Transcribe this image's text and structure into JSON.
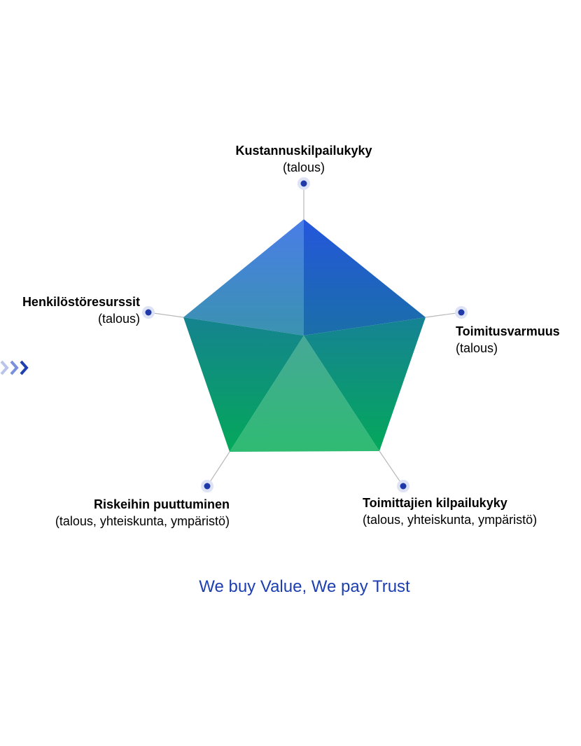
{
  "diagram": {
    "axes": [
      {
        "title": "Kustannuskilpailukyky",
        "subtitle": "(talous)"
      },
      {
        "title": "Toimitusvarmuus",
        "subtitle": "(talous)"
      },
      {
        "title": "Toimittajien kilpailukyky",
        "subtitle": "(talous, yhteiskunta, ympäristö)"
      },
      {
        "title": "Riskeihin puuttuminen",
        "subtitle": "(talous, yhteiskunta, ympäristö)"
      },
      {
        "title": "Henkilöstöresurssit",
        "subtitle": "(talous)"
      }
    ],
    "tagline": "We buy Value, We pay Trust",
    "colors": {
      "accent": "#1d3fb0",
      "dot": "#1f3aa8",
      "dot_ring": "#dde3f5",
      "blue": "#2a5ee0",
      "teal": "#138a8f",
      "green": "#05a65a",
      "light_green": "#2fb874"
    },
    "decor_icon": "triple-chevron-right-icon"
  }
}
